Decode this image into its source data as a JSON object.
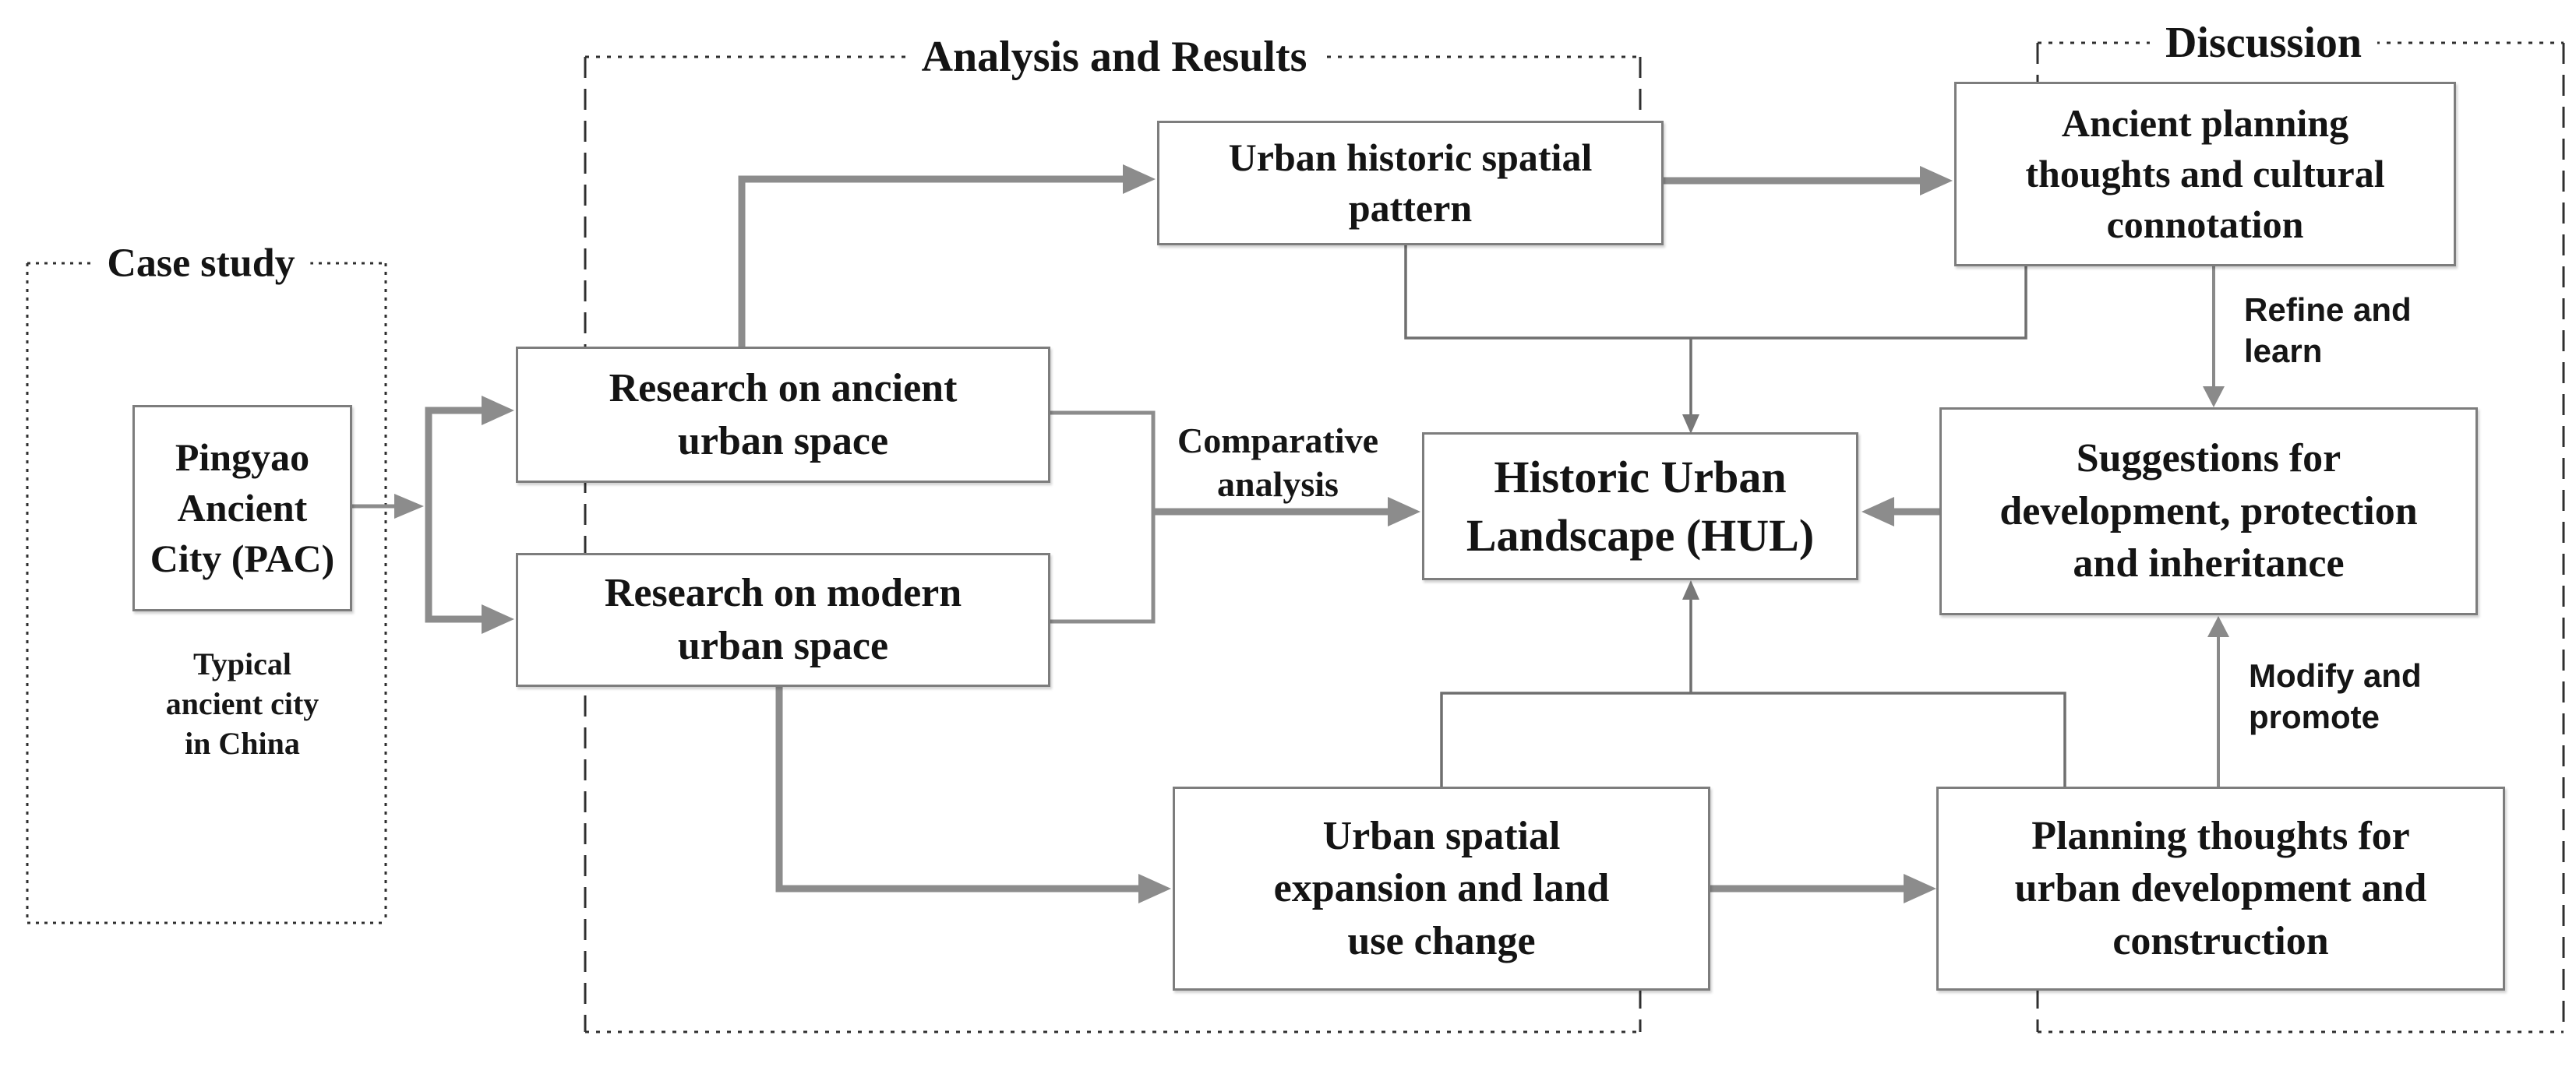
{
  "figure": {
    "type": "flowchart",
    "description": "Research framework flow diagram linking a case study of Pingyao Ancient City to analysis results and discussion around Historic Urban Landscape"
  },
  "sections": {
    "case_study": {
      "title": "Case study"
    },
    "analysis": {
      "title": "Analysis and Results"
    },
    "discussion": {
      "title": "Discussion"
    }
  },
  "boxes": {
    "pac": {
      "text": "Pingyao\nAncient\nCity (PAC)"
    },
    "res_ancient": {
      "text": "Research on ancient\nurban space"
    },
    "res_modern": {
      "text": "Research on modern\nurban space"
    },
    "urban_hist": {
      "text": "Urban historic spatial\npattern"
    },
    "hul": {
      "text": "Historic Urban\nLandscape (HUL)"
    },
    "ancient_planning": {
      "text": "Ancient planning\nthoughts and cultural\nconnotation"
    },
    "suggestions": {
      "text": "Suggestions for\ndevelopment, protection\nand inheritance"
    },
    "planning_thoughts": {
      "text": "Planning thoughts for\nurban development and\nconstruction"
    },
    "urban_spatial": {
      "text": "Urban spatial\nexpansion and land\nuse change"
    }
  },
  "annotations": {
    "typical": {
      "text": "Typical\nancient city\nin China"
    },
    "comparative": {
      "text": "Comparative\nanalysis"
    },
    "refine": {
      "text": "Refine and\nlearn"
    },
    "modify": {
      "text": "Modify and\npromote"
    }
  },
  "colors": {
    "background": "#ffffff",
    "text": "#141414",
    "box_border": "#7d7d7d",
    "thick_arrow": "#8c8c8c",
    "thin_line": "#6f6f6f",
    "dashed_border": "#2f2f2f"
  }
}
